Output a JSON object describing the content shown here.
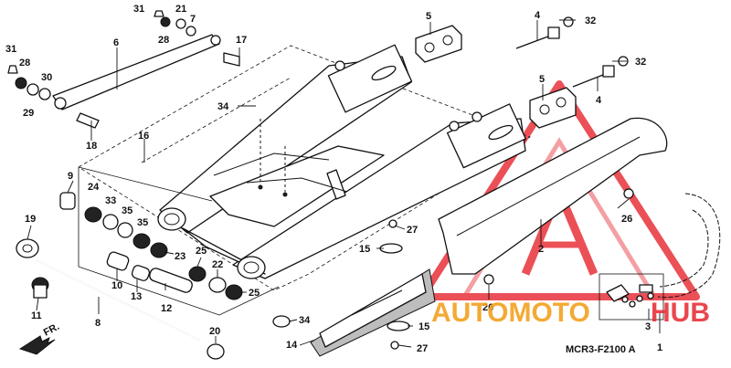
{
  "diagram": {
    "code": "MCR3-F2100 A",
    "direction_label": "FR.",
    "callouts": [
      "1",
      "2",
      "3",
      "4",
      "5",
      "6",
      "7",
      "8",
      "9",
      "10",
      "11",
      "12",
      "13",
      "14",
      "15",
      "16",
      "17",
      "18",
      "19",
      "20",
      "21",
      "22",
      "23",
      "24",
      "25",
      "26",
      "27",
      "28",
      "29",
      "30",
      "31",
      "32",
      "33",
      "34",
      "35"
    ]
  },
  "watermark": {
    "text_left": "AUTOMOTO",
    "text_right": "HUB",
    "color_red": "#e8323a",
    "color_orange": "#f2a11f"
  }
}
